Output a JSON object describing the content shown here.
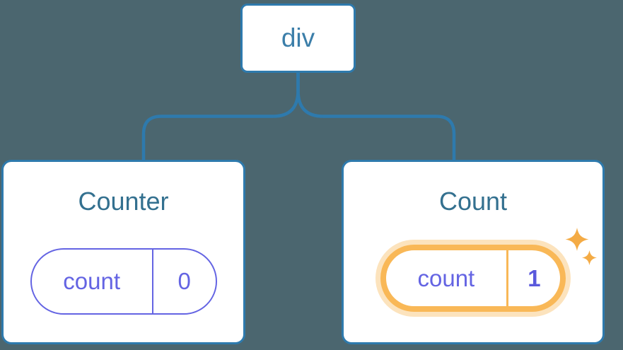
{
  "diagram": {
    "root": {
      "label": "div"
    },
    "children": [
      {
        "title": "Counter",
        "state_key": "count",
        "state_value": "0",
        "highlighted": false
      },
      {
        "title": "Count",
        "state_key": "count",
        "state_value": "1",
        "highlighted": true
      }
    ]
  },
  "icons": {
    "highlight_large": "sparkle-icon",
    "highlight_small": "sparkle-icon"
  },
  "colors": {
    "background": "#4b666f",
    "connector_blue": "#2e7aad",
    "card_background": "#ffffff",
    "card_border_blue": "#2e7aad",
    "root_label_blue": "#3b7ea9",
    "title_blue": "#33708f",
    "state_purple": "#6464e3",
    "state_value_bold_purple": "#5a59dc",
    "highlight_orange": "#f9b857",
    "highlight_halo_orange": "#fce3bd",
    "sparkle_orange": "#f4ab45"
  }
}
